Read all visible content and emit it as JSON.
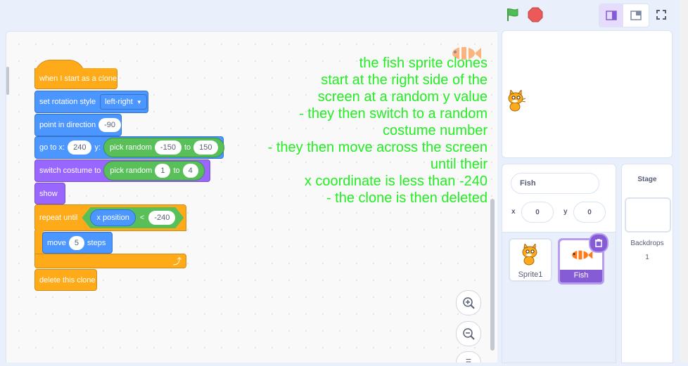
{
  "toolbar": {
    "green_flag": "green-flag-icon",
    "stop": "stop-icon"
  },
  "code": {
    "hat": "when I start as a clone",
    "set_rotation": {
      "label": "set rotation style",
      "value": "left-right"
    },
    "point_direction": {
      "label": "point in direction",
      "value": "-90"
    },
    "goto": {
      "label": "go to x:",
      "x": "240",
      "y_label": "y:",
      "pick": "pick random",
      "from": "-150",
      "to_label": "to",
      "to": "150"
    },
    "switch_costume": {
      "label": "switch costume to",
      "pick": "pick random",
      "from": "1",
      "to_label": "to",
      "to": "4"
    },
    "show": "show",
    "repeat_until": {
      "label": "repeat until",
      "reporter": "x position",
      "op": "<",
      "value": "-240"
    },
    "move": {
      "label": "move",
      "value": "5",
      "unit": "steps"
    },
    "delete_clone": "delete this clone"
  },
  "comment": {
    "lines": [
      "the fish sprite clones",
      "start at the right side of the",
      "screen at a random y value",
      "- they then switch to a random",
      "costume number",
      "- they then move across the screen",
      "until their",
      "x coordinate is less than -240",
      "- the clone is then deleted"
    ]
  },
  "sprite_info": {
    "name": "Fish",
    "x_label": "x",
    "x_value": "0",
    "y_label": "y",
    "y_value": "0"
  },
  "sprites": [
    {
      "name": "Sprite1"
    },
    {
      "name": "Fish"
    }
  ],
  "stage_panel": {
    "title": "Stage",
    "backdrops_label": "Backdrops",
    "backdrops_count": "1"
  },
  "colors": {
    "events": "#ffab19",
    "motion": "#4c97ff",
    "looks": "#9966ff",
    "operators": "#59c059",
    "comment_text": "#22ee22",
    "selected": "#855cd6"
  }
}
